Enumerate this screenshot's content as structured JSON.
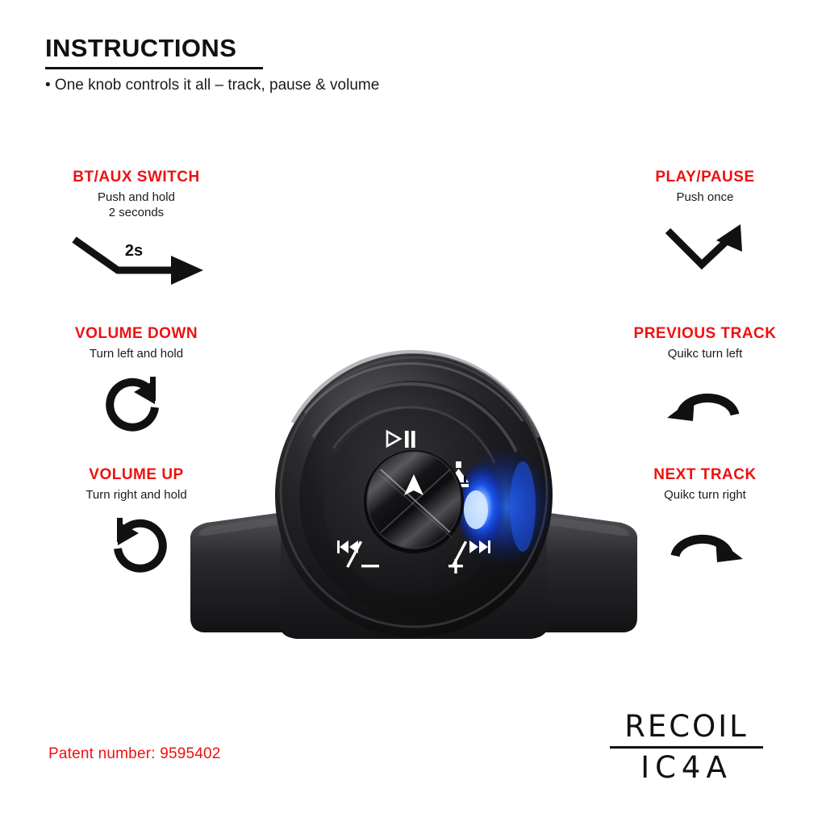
{
  "header": {
    "title": "INSTRUCTIONS",
    "bullet": "• One knob controls it all – track, pause & volume"
  },
  "colors": {
    "accent_red": "#ee1111",
    "text_black": "#111111",
    "led_blue": "#0a46ff",
    "device_body": "#1b1b1d",
    "background": "#ffffff"
  },
  "blocks": {
    "bt_aux": {
      "title": "BT/AUX SWITCH",
      "subtitle": "Push and hold\n2 seconds",
      "icon": "push-hold-2s-arrow-icon",
      "duration_label": "2s"
    },
    "volume_down": {
      "title": "VOLUME DOWN",
      "subtitle": "Turn left and hold",
      "icon": "rotate-left-hold-icon"
    },
    "volume_up": {
      "title": "VOLUME UP",
      "subtitle": "Turn right and hold",
      "icon": "rotate-right-hold-icon"
    },
    "play_pause": {
      "title": "PLAY/PAUSE",
      "subtitle": "Push once",
      "icon": "push-once-arrow-icon"
    },
    "previous_track": {
      "title": "PREVIOUS TRACK",
      "subtitle": "Quikc turn left",
      "icon": "quick-turn-left-arrow-icon"
    },
    "next_track": {
      "title": "NEXT TRACK",
      "subtitle": "Quikc turn right",
      "icon": "quick-turn-right-arrow-icon"
    }
  },
  "device": {
    "name": "recoil-ic4a-knob-controller",
    "faceplate_symbols": {
      "play_pause": "▷II",
      "bluetooth_aux": "bluetooth-aux-icon",
      "knob_pointer": "up-arrow-icon",
      "prev_volume_down": "I◁◁ / −",
      "volume_up_next": "+ / ▷▷I"
    },
    "led": {
      "name": "status-led",
      "color": "#0a46ff",
      "state": "on"
    }
  },
  "footer": {
    "patent": "Patent number: 9595402",
    "brand": "RECOIL",
    "model": "IC4A"
  }
}
